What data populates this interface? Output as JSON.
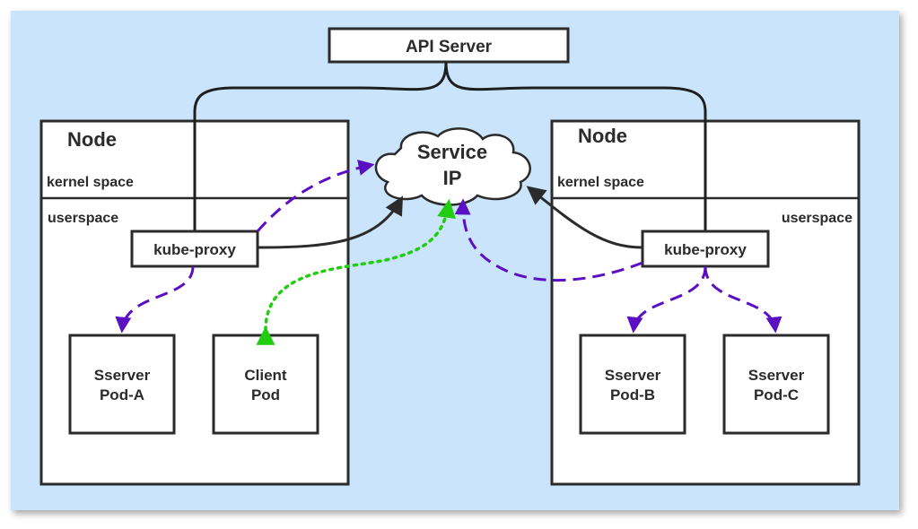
{
  "colors": {
    "background": "#c9e4fb",
    "box_stroke": "#2b2b2b",
    "proxy_arrow": "#5b0fc2",
    "client_arrow": "#22cc11",
    "api_line": "#1f1f1f"
  },
  "api_server": {
    "label": "API Server"
  },
  "service_ip": {
    "line1": "Service",
    "line2": "IP"
  },
  "left_node": {
    "title": "Node",
    "kernel_space": "kernel space",
    "userspace": "userspace",
    "kube_proxy": "kube-proxy",
    "pods": [
      {
        "line1": "Sserver",
        "line2": "Pod-A"
      },
      {
        "line1": "Client",
        "line2": "Pod"
      }
    ]
  },
  "right_node": {
    "title": "Node",
    "kernel_space": "kernel space",
    "userspace": "userspace",
    "kube_proxy": "kube-proxy",
    "pods": [
      {
        "line1": "Sserver",
        "line2": "Pod-B"
      },
      {
        "line1": "Sserver",
        "line2": "Pod-C"
      }
    ]
  }
}
